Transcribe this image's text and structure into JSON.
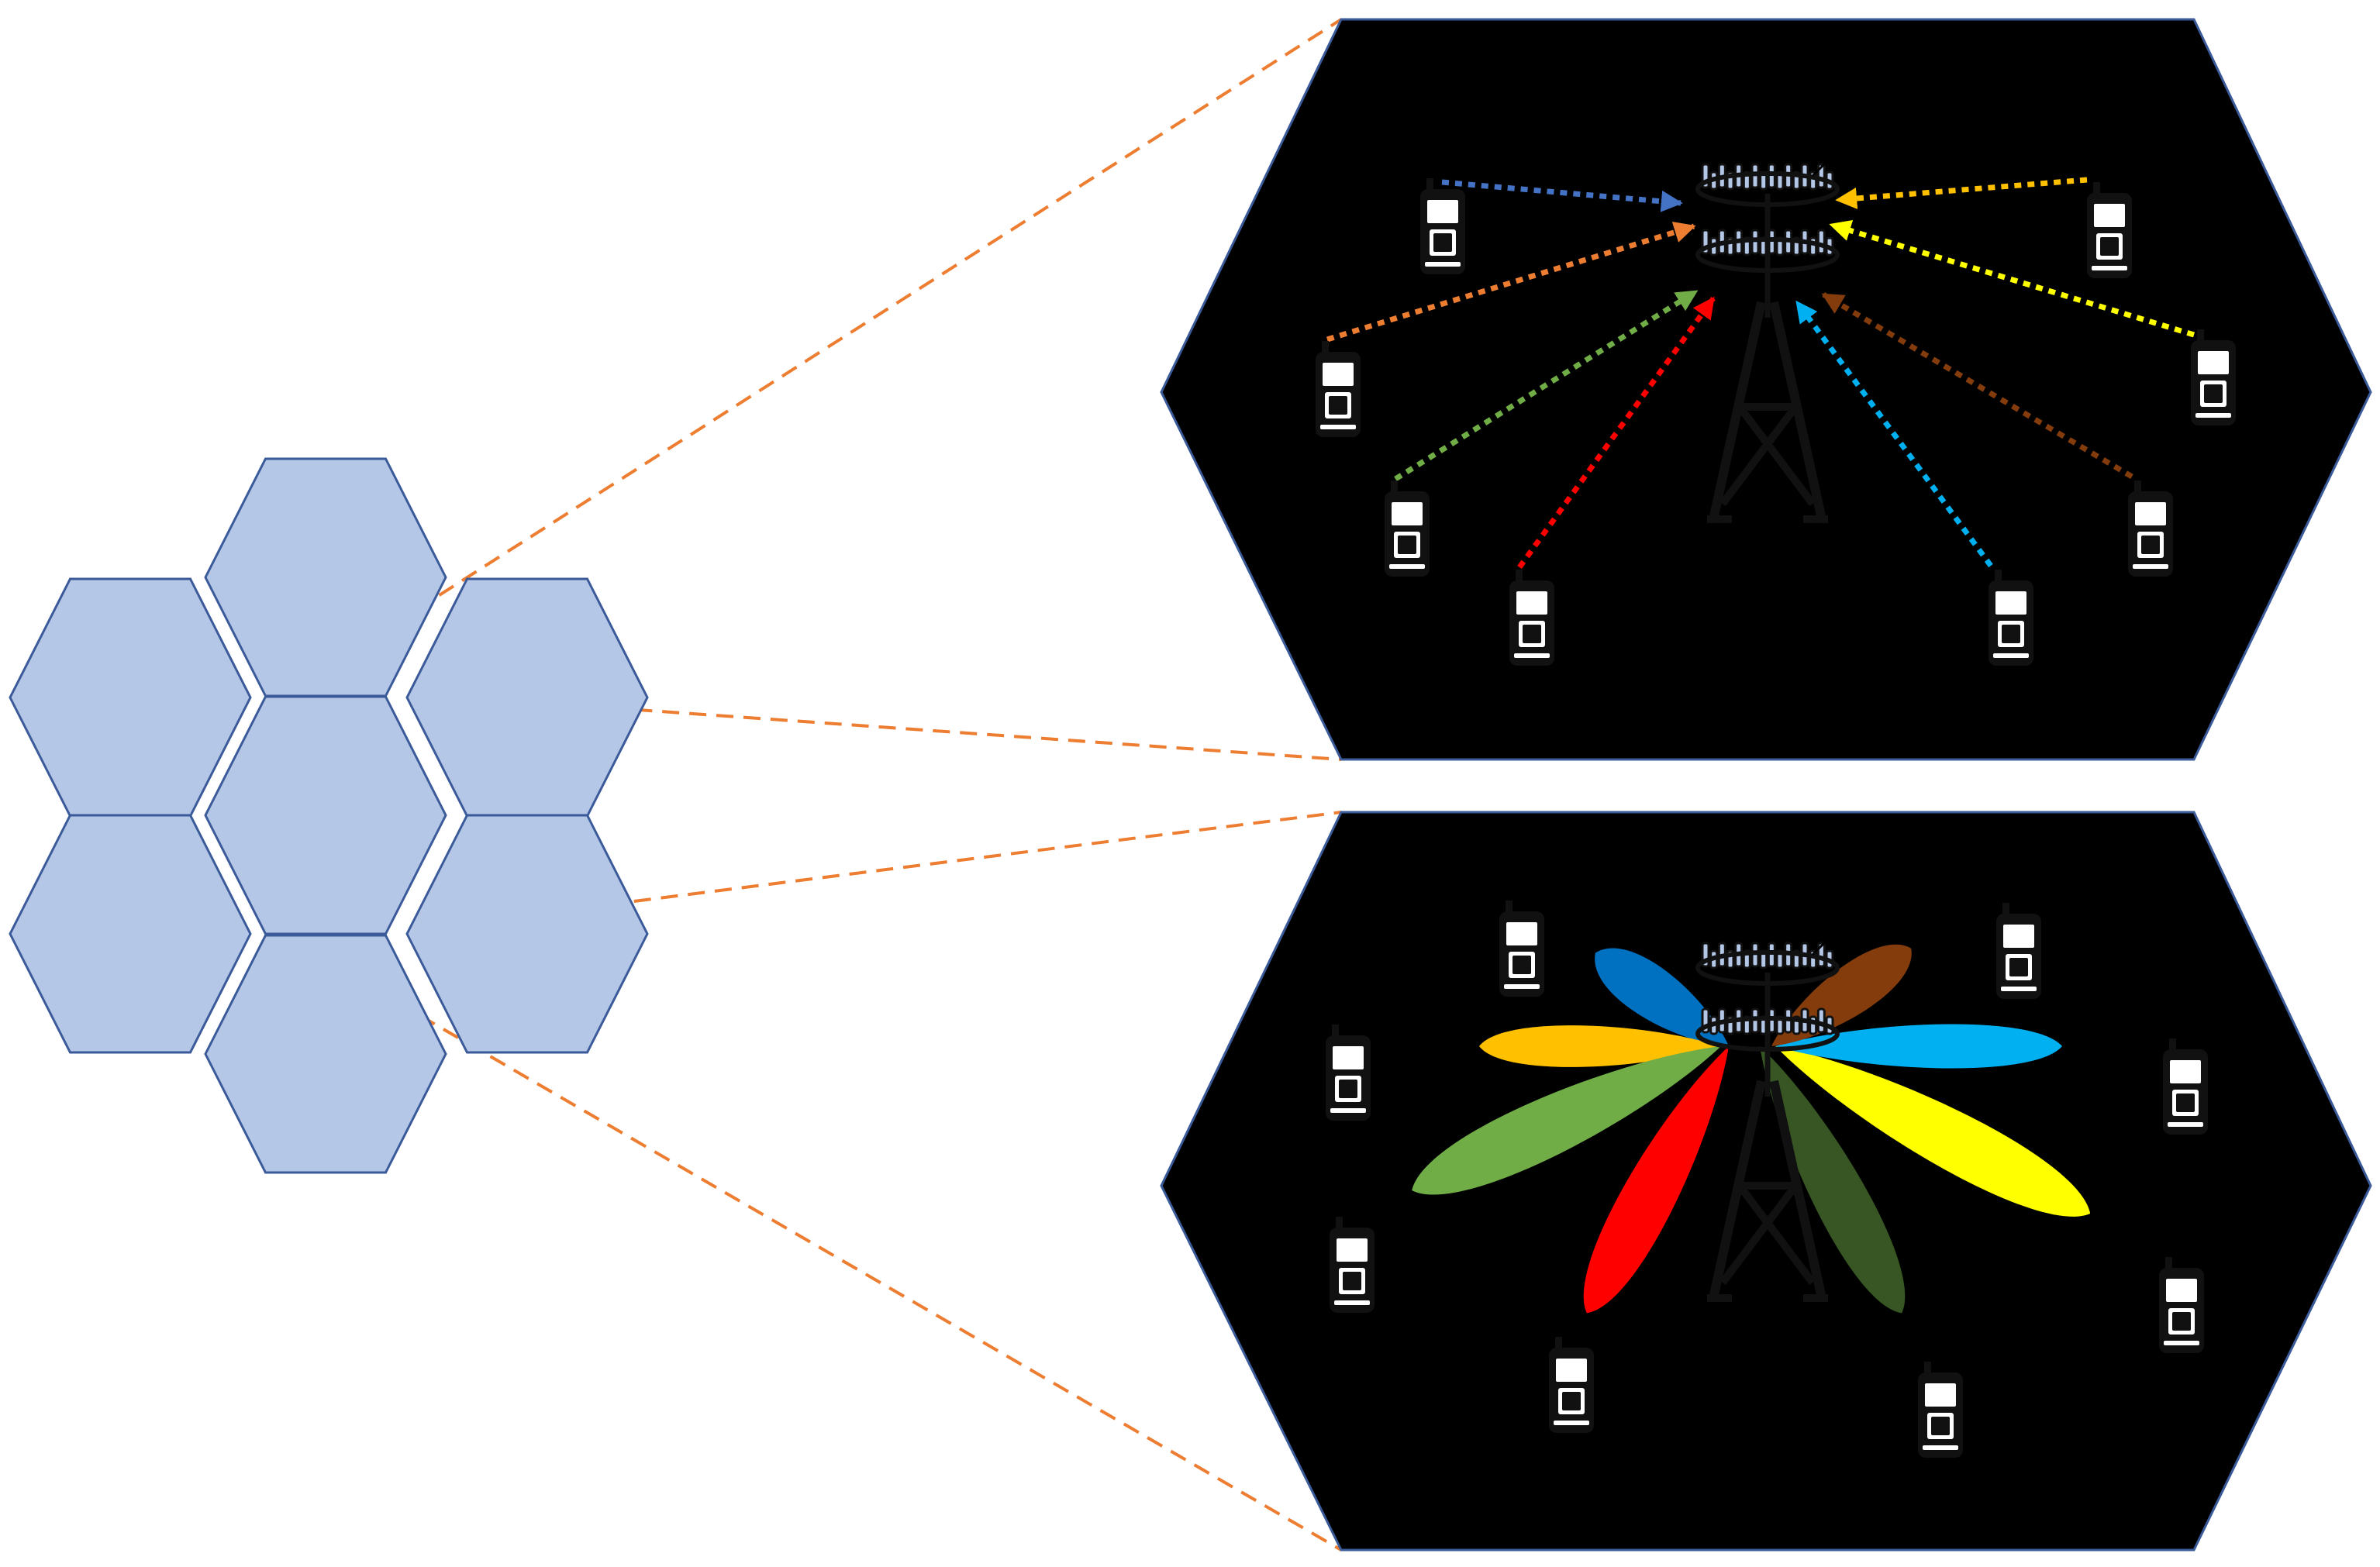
{
  "colors": {
    "hex_fill": "#B4C7E7",
    "hex_stroke": "#3B5A9A",
    "zoom_line": "#ED7D31",
    "beams": [
      "#0070C0",
      "#FFC000",
      "#70AD47",
      "#FF0000",
      "#375623",
      "#FFFF00",
      "#00B0F0",
      "#843C0C"
    ],
    "uplink_arrows": [
      "#4472C4",
      "#ED7D31",
      "#70AD47",
      "#FF0000",
      "#00B0F0",
      "#843C0C",
      "#FFFF00",
      "#FFC000"
    ]
  },
  "icons": [
    "hexagon-cell-icon",
    "base-station-tower-icon",
    "mobile-phone-icon",
    "beam-lobe-icon"
  ],
  "uplink": {
    "title": "Uplink",
    "bs_label": "BS",
    "ue_label": "UE"
  },
  "downlink": {
    "title": "Downlink",
    "bs_label": "BS",
    "ue_label": "UE"
  }
}
